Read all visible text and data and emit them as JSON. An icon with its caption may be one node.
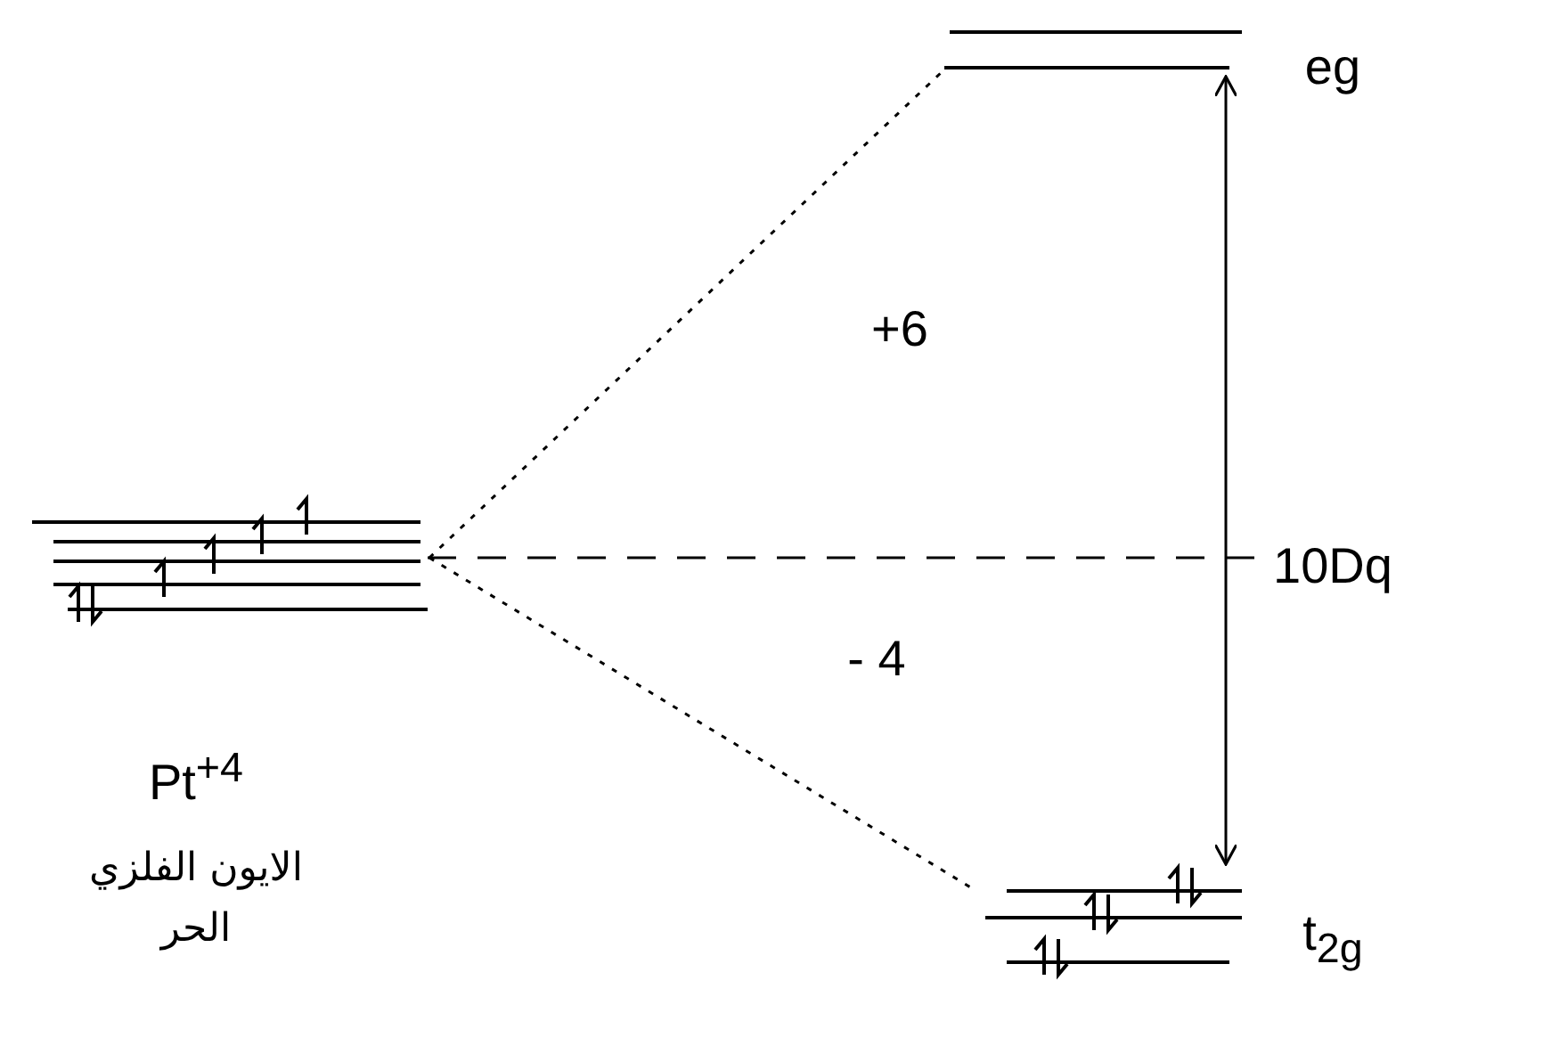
{
  "diagram": {
    "nodes": [
      {
        "text": [],
        "shape": "bar",
        "beside": [
          "Pt$^{+4}$",
          "الايون الفلزي الحر"
        ]
      },
      {
        "text": [],
        "shape": "bar",
        "beside": [
          "eg"
        ]
      },
      {
        "text": [],
        "shape": "bar",
        "beside": [
          "t$_{2g}$"
        ]
      }
    ],
    "edges": [
      {
        "from": 0,
        "to": 1,
        "arrow": "none",
        "style": "dashed"
      },
      {
        "from": 0,
        "to": 2,
        "arrow": "none",
        "style": "dashed"
      },
      {
        "from": 2,
        "to": 1,
        "arrow": "both",
        "label": "10Dq"
      }
    ],
    "labels": [
      "+6",
      "- 4"
    ]
  }
}
